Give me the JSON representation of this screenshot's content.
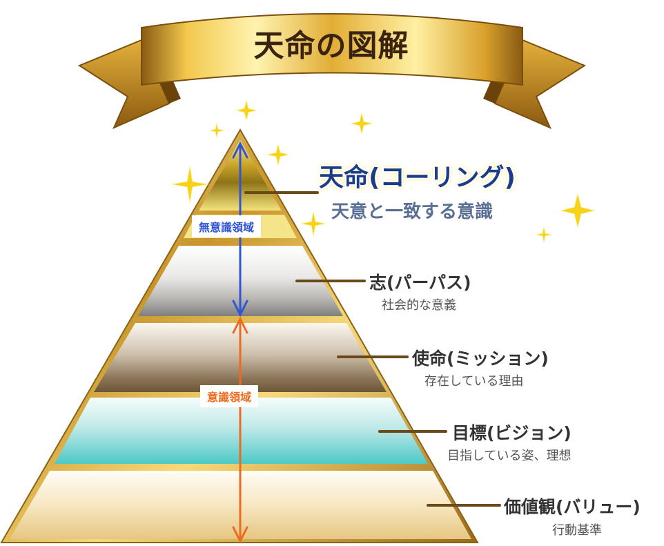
{
  "title": "天命の図解",
  "calling": {
    "title": "天命(コーリング)",
    "subtitle": "天意と一致する意識"
  },
  "layers": [
    {
      "title": "志(パーパス)",
      "subtitle": "社会的な意義"
    },
    {
      "title": "使命(ミッション)",
      "subtitle": "存在している理由"
    },
    {
      "title": "目標(ビジョン)",
      "subtitle": "目指している姿、理想"
    },
    {
      "title": "価値観(バリュー)",
      "subtitle": "行動基準"
    }
  ],
  "zones": {
    "unconscious": "無意識領域",
    "conscious": "意識領域"
  },
  "colors": {
    "unconscious_arrow": "#2f55d4",
    "conscious_arrow": "#ee6a1e",
    "pyramid_gold": "#b8891e",
    "calling_text": "#1c3c86",
    "sparkle": "#f6d21a"
  },
  "icons": [
    "sparkle-icon",
    "banner-ribbon"
  ]
}
